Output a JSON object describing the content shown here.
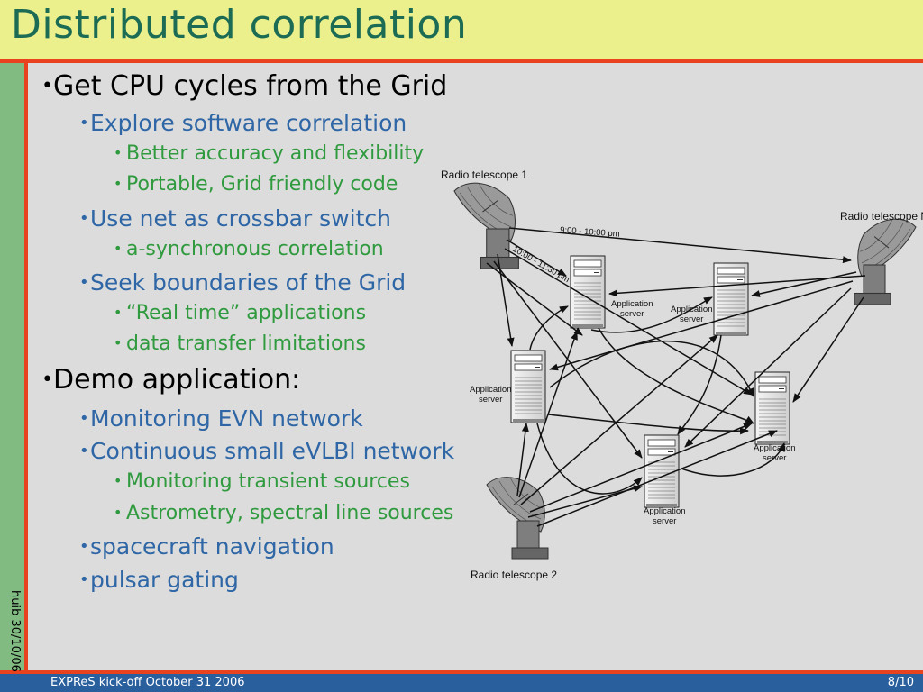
{
  "title": "Distributed correlation",
  "bullets": [
    {
      "level": 1,
      "text": "Get CPU cycles from the Grid"
    },
    {
      "level": 2,
      "text": "Explore software correlation"
    },
    {
      "level": 3,
      "text": "Better accuracy and flexibility"
    },
    {
      "level": 3,
      "text": "Portable, Grid friendly code"
    },
    {
      "level": 2,
      "text": "Use net as crossbar switch"
    },
    {
      "level": 3,
      "text": "a-synchronous correlation"
    },
    {
      "level": 2,
      "text": "Seek boundaries of the Grid"
    },
    {
      "level": 3,
      "text": "“Real time” applications"
    },
    {
      "level": 3,
      "text": "data transfer limitations"
    },
    {
      "level": 1,
      "text": "Demo application:"
    },
    {
      "level": 2,
      "text": "Monitoring EVN network"
    },
    {
      "level": 2,
      "text": "Continuous small eVLBI network"
    },
    {
      "level": 3,
      "text": "Monitoring transient sources"
    },
    {
      "level": 3,
      "text": "Astrometry, spectral line sources"
    },
    {
      "level": 2,
      "text": "spacecraft navigation"
    },
    {
      "level": 2,
      "text": "pulsar gating"
    }
  ],
  "bullet_glyph": "•",
  "diagram": {
    "telescope_1": "Radio telescope 1",
    "telescope_n": "Radio telescope N",
    "telescope_2": "Radio telescope 2",
    "server_label_line1": "Application",
    "server_label_line2": "server",
    "time_1": "9:00 - 10:00 pm",
    "time_2": "10:00 - 11:30 pm"
  },
  "footer": {
    "left": "EXPReS kick-off October 31 2006",
    "right": "8/10",
    "vertical": "huib 30/10/06"
  },
  "colors": {
    "title_bar": "#ecf08c",
    "title_text": "#1c6b54",
    "rule": "#e8421e",
    "side_strip": "#82bb82",
    "footer_bg": "#2a5f9e",
    "level1": "#000000",
    "level2": "#2e66a6",
    "level3": "#2f9a3e"
  }
}
